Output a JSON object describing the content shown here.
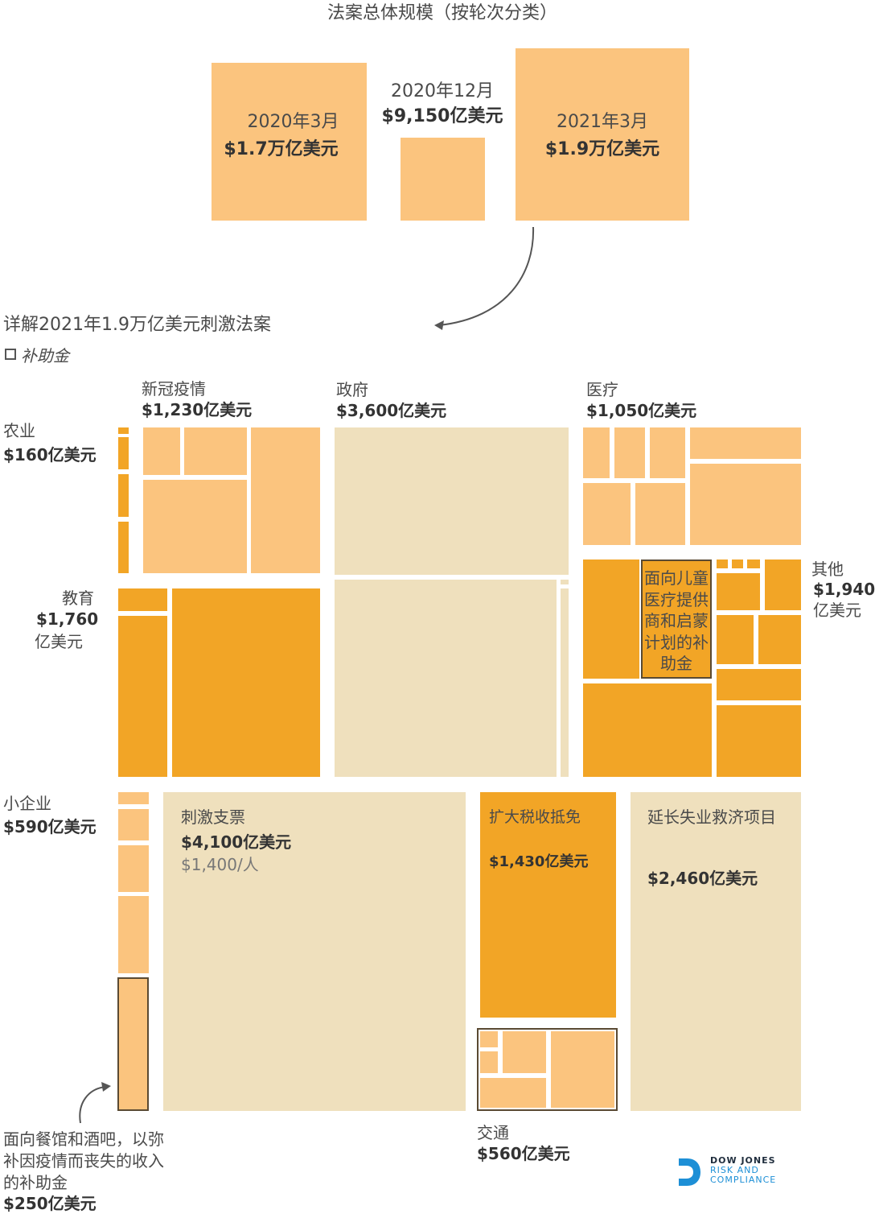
{
  "top_title": "法案总体规模（按轮次分类）",
  "bills": [
    {
      "date": "2020年3月",
      "amount": "$1.7万亿美元"
    },
    {
      "date": "2020年12月",
      "amount": "$9,150亿美元"
    },
    {
      "date": "2021年3月",
      "amount": "$1.9万亿美元"
    }
  ],
  "detail_title": "详解2021年1.9万亿美元刺激法案",
  "legend_label": "补助金",
  "categories": {
    "covid": {
      "label": "新冠疫情",
      "value": "$1,230亿美元"
    },
    "government": {
      "label": "政府",
      "value": "$3,600亿美元"
    },
    "medical": {
      "label": "医疗",
      "value": "$1,050亿美元"
    },
    "agriculture": {
      "label": "农业",
      "value": "$160亿美元"
    },
    "education": {
      "label": "教育",
      "value": "$1,760",
      "unit": "亿美元"
    },
    "other": {
      "label": "其他",
      "value": "$1,940",
      "unit": "亿美元"
    },
    "small_business": {
      "label": "小企业",
      "value": "$590亿美元"
    },
    "stimulus_checks": {
      "label": "刺激支票",
      "value": "$4,100亿美元",
      "per_person": "$1,400/人"
    },
    "tax_credits": {
      "label": "扩大税收抵免",
      "value": "$1,430亿美元"
    },
    "unemployment": {
      "label": "延长失业救济项目",
      "value": "$2,460亿美元"
    },
    "transportation": {
      "label": "交通",
      "value": "$560亿美元"
    }
  },
  "child_care_grant": "面向儿童医疗提供商和启蒙计划的补助金",
  "restaurant_note": {
    "text": "面向餐馆和酒吧，以弥补因疫情而丧失的收入的补助金",
    "value": "$250亿美元"
  },
  "logo": {
    "line1": "DOW JONES",
    "line2": "RISK AND",
    "line3": "COMPLIANCE"
  },
  "colors": {
    "light_orange": "#fbc47e",
    "dark_orange": "#f2a526",
    "beige": "#efe0bd",
    "logo_blue": "#1d8fd6"
  }
}
